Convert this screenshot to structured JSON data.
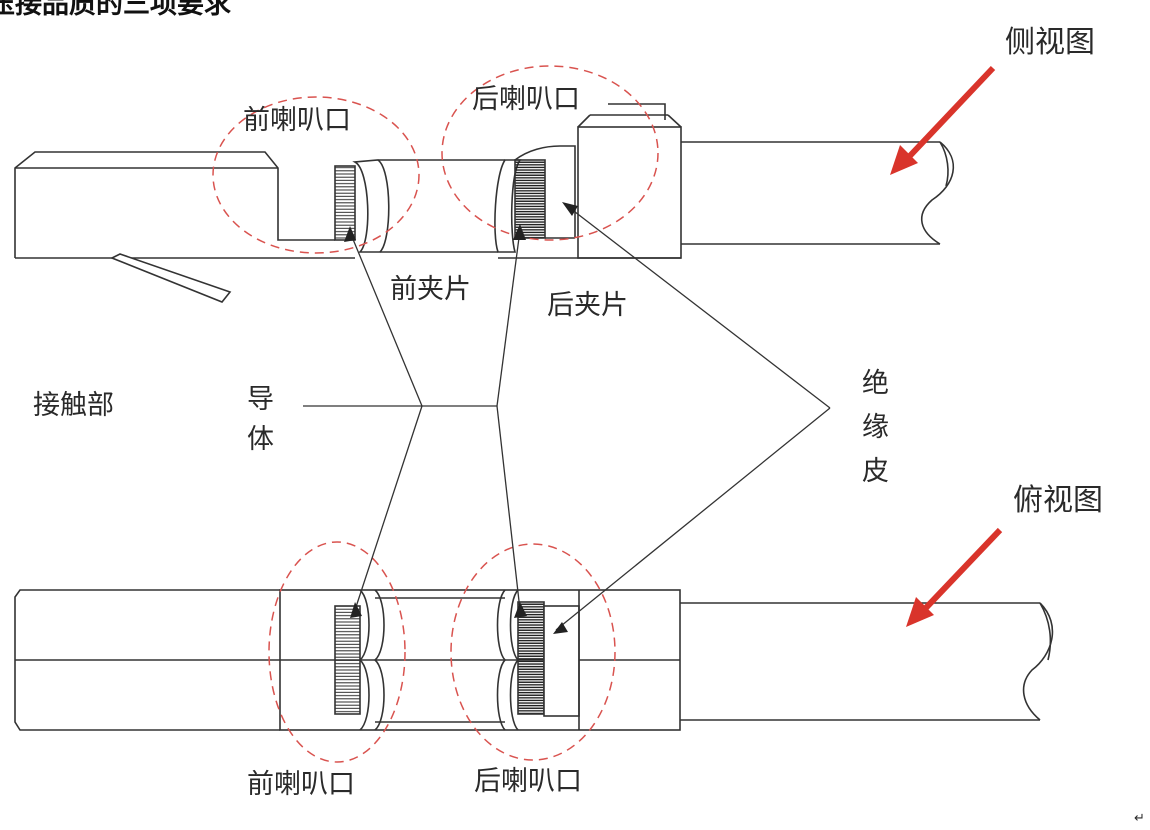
{
  "title": "压接品质的三项要求",
  "labels": {
    "side_view": "侧视图",
    "top_view": "俯视图",
    "front_bellmouth_side": "前喇叭口",
    "rear_bellmouth_side": "后喇叭口",
    "front_bellmouth_top": "前喇叭口",
    "rear_bellmouth_top": "后喇叭口",
    "front_clip": "前夹片",
    "rear_clip": "后夹片",
    "contact_part": "接触部",
    "conductor_1": "导",
    "conductor_2": "体",
    "insulation_1": "绝",
    "insulation_2": "缘",
    "insulation_3": "皮"
  },
  "colors": {
    "line": "#333333",
    "highlight_circle": "#d9534f",
    "arrow": "#d9342b"
  },
  "corner_mark": "↵"
}
